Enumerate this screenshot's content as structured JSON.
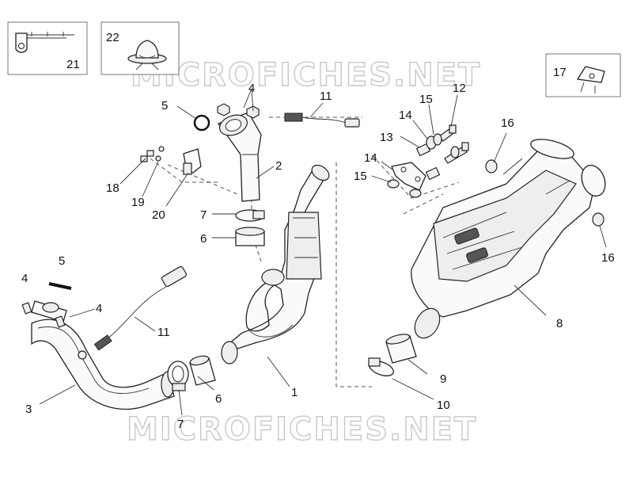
{
  "watermark": {
    "text_top": "MICROFICHES.NET",
    "text_bottom": "MICROFICHES.NET"
  },
  "callouts": [
    {
      "id": "c21",
      "label": "21"
    },
    {
      "id": "c22",
      "label": "22"
    },
    {
      "id": "c17",
      "label": "17"
    },
    {
      "id": "c4a",
      "label": "4"
    },
    {
      "id": "c5a",
      "label": "5"
    },
    {
      "id": "c11a",
      "label": "11"
    },
    {
      "id": "c12",
      "label": "12"
    },
    {
      "id": "c15a",
      "label": "15"
    },
    {
      "id": "c14a",
      "label": "14"
    },
    {
      "id": "c13",
      "label": "13"
    },
    {
      "id": "c16a",
      "label": "16"
    },
    {
      "id": "c14b",
      "label": "14"
    },
    {
      "id": "c15b",
      "label": "15"
    },
    {
      "id": "c2",
      "label": "2"
    },
    {
      "id": "c18",
      "label": "18"
    },
    {
      "id": "c19",
      "label": "19"
    },
    {
      "id": "c20",
      "label": "20"
    },
    {
      "id": "c7a",
      "label": "7"
    },
    {
      "id": "c6a",
      "label": "6"
    },
    {
      "id": "c16b",
      "label": "16"
    },
    {
      "id": "c5b",
      "label": "5"
    },
    {
      "id": "c4b",
      "label": "4"
    },
    {
      "id": "c4c",
      "label": "4"
    },
    {
      "id": "c11b",
      "label": "11"
    },
    {
      "id": "c8",
      "label": "8"
    },
    {
      "id": "c9",
      "label": "9"
    },
    {
      "id": "c3",
      "label": "3"
    },
    {
      "id": "c1",
      "label": "1"
    },
    {
      "id": "c6b",
      "label": "6"
    },
    {
      "id": "c10",
      "label": "10"
    },
    {
      "id": "c7b",
      "label": "7"
    }
  ]
}
